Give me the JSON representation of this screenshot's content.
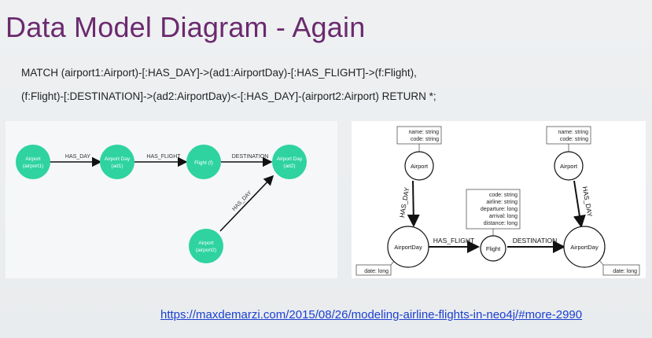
{
  "slide": {
    "title": "Data Model Diagram - Again",
    "query_line1": "MATCH (airport1:Airport)-[:HAS_DAY]->(ad1:AirportDay)-[:HAS_FLIGHT]->(f:Flight),",
    "query_line2": "(f:Flight)-[:DESTINATION]->(ad2:AirportDay)<-[:HAS_DAY]-(airport2:Airport) RETURN *;",
    "link": "https://maxdemarzi.com/2015/08/26/modeling-airline-flights-in-neo4j/#more-2990"
  },
  "left_graph": {
    "node_color": "#2ed3a0",
    "nodes": {
      "airport1": {
        "line1": "Airport",
        "line2": "(airport1)"
      },
      "ad1": {
        "line1": "Airport Day",
        "line2": "(ad1)"
      },
      "flight": {
        "line1": "Flight (f)"
      },
      "ad2": {
        "line1": "Airport Day",
        "line2": "(ad2)"
      },
      "airport2": {
        "line1": "Airport",
        "line2": "(airport2)"
      }
    },
    "edges": {
      "has_day_1": "HAS_DAY",
      "has_flight": "HAS_FLIGHT",
      "destination": "DESTINATION",
      "has_day_2": "HAS_DAY"
    }
  },
  "right_graph": {
    "nodes": {
      "airport_left": "Airport",
      "airport_right": "Airport",
      "airportday_left": "AirportDay",
      "flight": "Flight",
      "airportday_right": "AirportDay"
    },
    "edges": {
      "has_day_left": "HAS_DAY",
      "has_day_right": "HAS_DAY",
      "has_flight": "HAS_FLIGHT",
      "destination": "DESTINATION"
    },
    "props": {
      "airport_left": [
        "name: string",
        "code: string"
      ],
      "airport_right": [
        "name: string",
        "code: string"
      ],
      "flight": [
        "code: string",
        "airline: string",
        "departure: long",
        "arrival: long",
        "distance: long"
      ],
      "airportday_left": [
        "date: long"
      ],
      "airportday_right": [
        "date: long"
      ]
    }
  }
}
